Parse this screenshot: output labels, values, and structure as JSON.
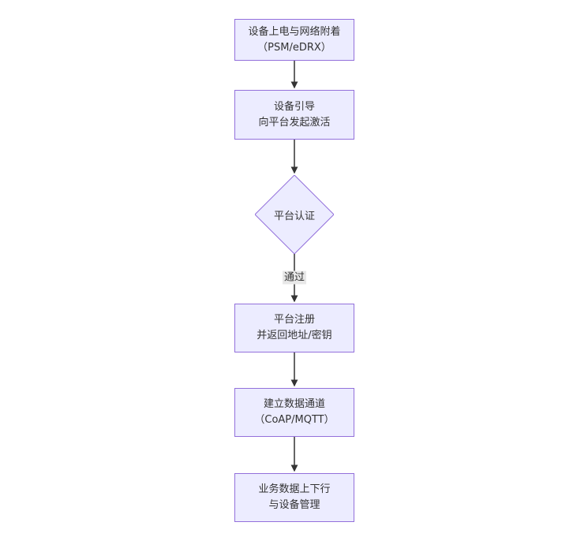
{
  "diagram": {
    "type": "flowchart",
    "direction": "top-down",
    "nodes": [
      {
        "id": "power_attach",
        "shape": "rect",
        "lines": [
          "设备上电与网络附着",
          "（PSM/eDRX）"
        ]
      },
      {
        "id": "device_boot",
        "shape": "rect",
        "lines": [
          "设备引导",
          "向平台发起激活"
        ]
      },
      {
        "id": "platform_auth",
        "shape": "diamond",
        "lines": [
          "平台认证"
        ]
      },
      {
        "id": "platform_register",
        "shape": "rect",
        "lines": [
          "平台注册",
          "并返回地址/密钥"
        ]
      },
      {
        "id": "data_channel",
        "shape": "rect",
        "lines": [
          "建立数据通道",
          "（CoAP/MQTT）"
        ]
      },
      {
        "id": "business_data",
        "shape": "rect",
        "lines": [
          "业务数据上下行",
          "与设备管理"
        ]
      }
    ],
    "edges": [
      {
        "from": "power_attach",
        "to": "device_boot",
        "label": ""
      },
      {
        "from": "device_boot",
        "to": "platform_auth",
        "label": ""
      },
      {
        "from": "platform_auth",
        "to": "platform_register",
        "label": "通过"
      },
      {
        "from": "platform_register",
        "to": "data_channel",
        "label": ""
      },
      {
        "from": "data_channel",
        "to": "business_data",
        "label": ""
      }
    ],
    "colors": {
      "canvas_bg": "#ffffff",
      "node_fill": "#ececff",
      "node_border": "#9370db",
      "node_text": "#333333",
      "edge_stroke": "#333333",
      "edge_label_bg": "#e8e8e8"
    }
  }
}
